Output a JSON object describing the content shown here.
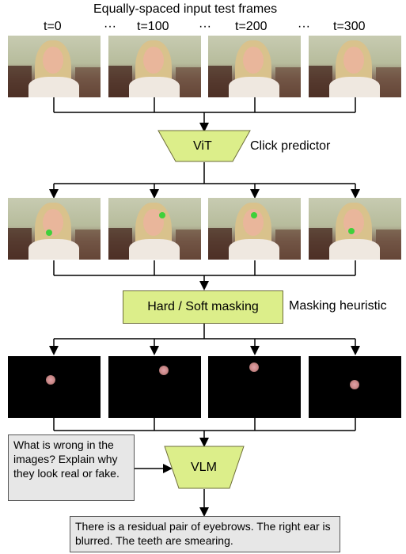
{
  "title": "Equally-spaced input test frames",
  "timestamps": [
    "t=0",
    "t=100",
    "t=200",
    "t=300"
  ],
  "ellipsis": "···",
  "vit": {
    "label": "ViT",
    "caption": "Click predictor"
  },
  "masking": {
    "label": "Hard / Soft masking",
    "caption": "Masking heuristic"
  },
  "vlm": {
    "label": "VLM"
  },
  "prompt": "What is wrong in the images? Explain why they look real or fake.",
  "answer": "There is a residual pair of eyebrows. The right ear is blurred. The teeth are smearing.",
  "colors": {
    "green_box": "#dcee8a",
    "grey_box": "#e7e7e7",
    "click_marker": "#3fd03a"
  }
}
